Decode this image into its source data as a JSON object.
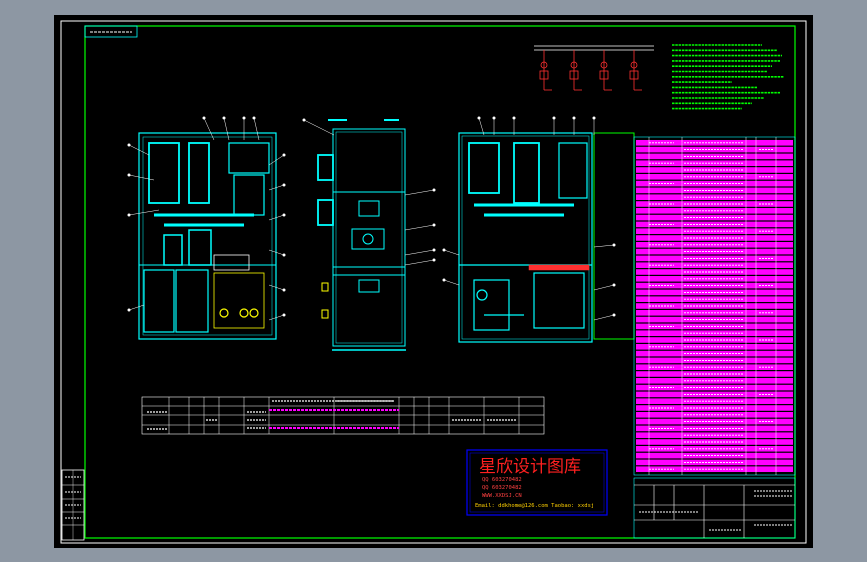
{
  "watermark": {
    "title": "星欣设计图库",
    "line1": "QQ 603270482",
    "line2": "QQ 603270482",
    "line3": "WWW.XXDSJ.CN",
    "line4": "Email: ddkhome@126.com  Taobao: xxdsj"
  },
  "colors": {
    "background": "#000000",
    "frame": "#00ffff",
    "border": "#00ff00",
    "bom_fill": "#ff00ff",
    "notes": "#00ff00",
    "watermark_border": "#0000ff"
  }
}
